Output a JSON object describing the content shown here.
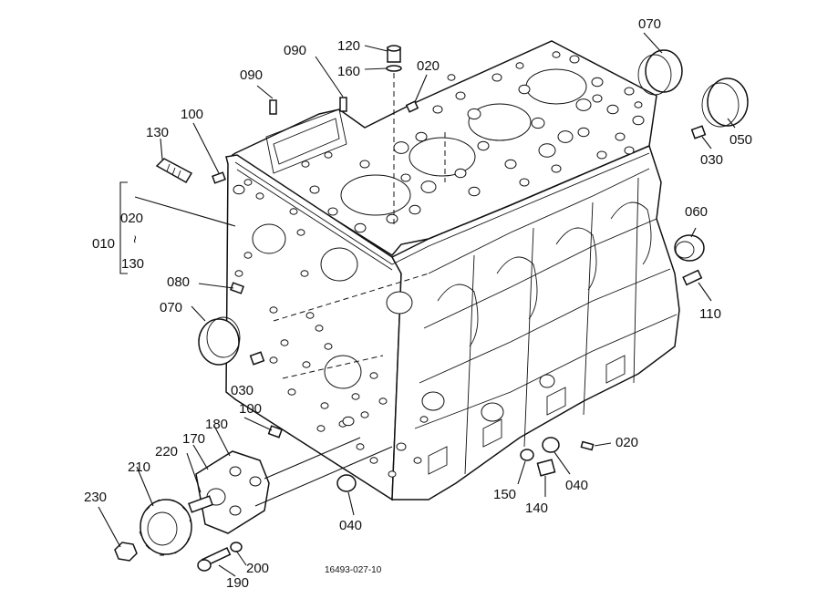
{
  "diagram": {
    "drawing_number": "16493-027-10",
    "parts": [
      {
        "id": "leader-070-top",
        "label": "070"
      },
      {
        "id": "leader-050",
        "label": "050"
      },
      {
        "id": "leader-030-right",
        "label": "030"
      },
      {
        "id": "leader-060",
        "label": "060"
      },
      {
        "id": "leader-110",
        "label": "110"
      },
      {
        "id": "leader-120",
        "label": "120"
      },
      {
        "id": "leader-160",
        "label": "160"
      },
      {
        "id": "leader-020-top",
        "label": "020"
      },
      {
        "id": "leader-090-left",
        "label": "090"
      },
      {
        "id": "leader-090-right",
        "label": "090"
      },
      {
        "id": "leader-100-top",
        "label": "100"
      },
      {
        "id": "leader-130",
        "label": "130"
      },
      {
        "id": "leader-010",
        "label": "010"
      },
      {
        "id": "leader-020-bracket",
        "label": "020"
      },
      {
        "id": "leader-130-bracket",
        "label": "130"
      },
      {
        "id": "leader-080",
        "label": "080"
      },
      {
        "id": "leader-070-left",
        "label": "070"
      },
      {
        "id": "leader-030-left",
        "label": "030"
      },
      {
        "id": "leader-100-mid",
        "label": "100"
      },
      {
        "id": "leader-180",
        "label": "180"
      },
      {
        "id": "leader-170",
        "label": "170"
      },
      {
        "id": "leader-220",
        "label": "220"
      },
      {
        "id": "leader-210",
        "label": "210"
      },
      {
        "id": "leader-230",
        "label": "230"
      },
      {
        "id": "leader-200",
        "label": "200"
      },
      {
        "id": "leader-190",
        "label": "190"
      },
      {
        "id": "leader-040-bottom",
        "label": "040"
      },
      {
        "id": "leader-040-right",
        "label": "040"
      },
      {
        "id": "leader-150",
        "label": "150"
      },
      {
        "id": "leader-140",
        "label": "140"
      },
      {
        "id": "leader-020-right",
        "label": "020"
      }
    ],
    "bracket_tilde": "~"
  }
}
